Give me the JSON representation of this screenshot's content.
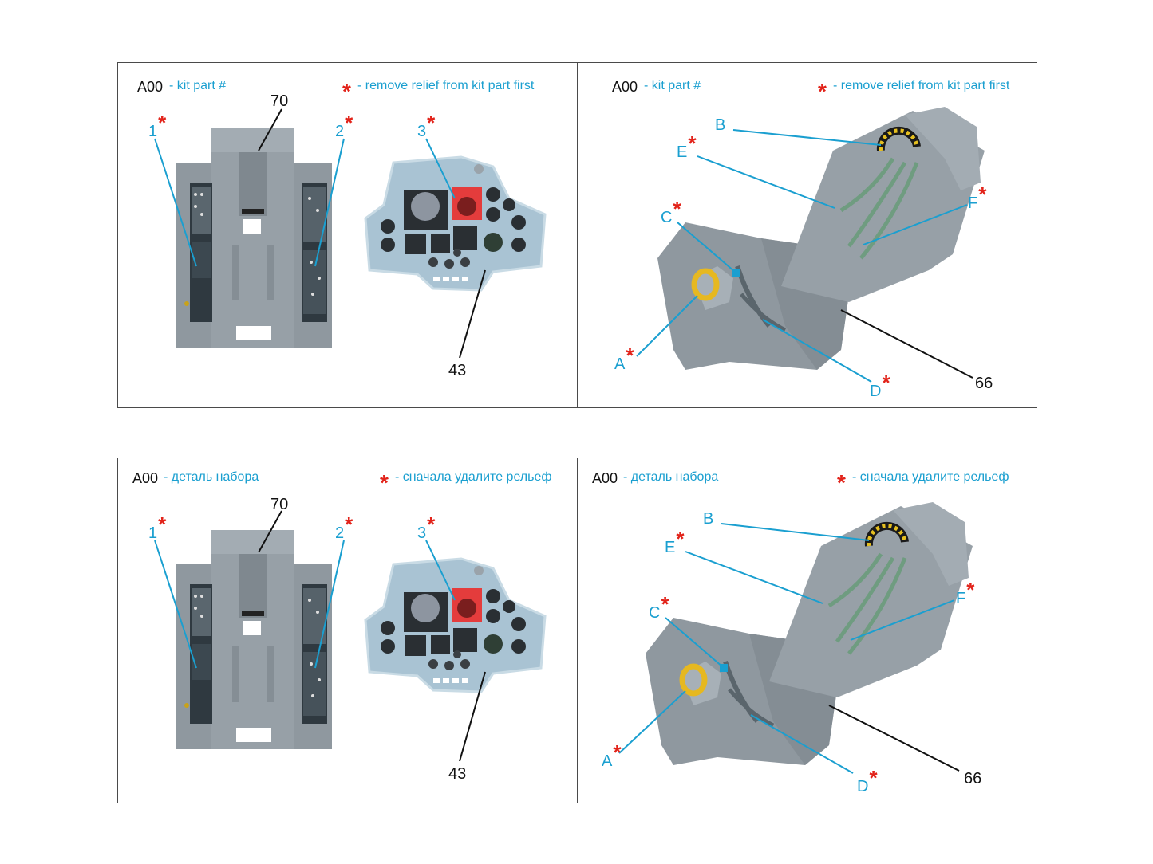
{
  "colors": {
    "leader_blue": "#1a9fd0",
    "leader_black": "#111111",
    "star_red": "#e2231a",
    "resin_grey": "#8c959c",
    "panel_blue": "#a9c3d3"
  },
  "star_symbol": "*",
  "panels": [
    {
      "kit_code": "A00",
      "kit_desc": "- kit part #",
      "note": "- remove relief from kit part first",
      "labels": {
        "p70": "70",
        "p1": "1",
        "p2": "2",
        "p3": "3",
        "p43": "43"
      }
    },
    {
      "kit_code": "A00",
      "kit_desc": "- kit part #",
      "note": "- remove relief from kit part first",
      "labels": {
        "B": "B",
        "E": "E",
        "C": "C",
        "F": "F",
        "A": "A",
        "D": "D",
        "p66": "66"
      }
    },
    {
      "kit_code": "A00",
      "kit_desc": "- деталь набора",
      "note": "- сначала удалите рельеф",
      "labels": {
        "p70": "70",
        "p1": "1",
        "p2": "2",
        "p3": "3",
        "p43": "43"
      }
    },
    {
      "kit_code": "A00",
      "kit_desc": "- деталь набора",
      "note": "- сначала удалите рельеф",
      "labels": {
        "B": "B",
        "E": "E",
        "C": "C",
        "F": "F",
        "A": "A",
        "D": "D",
        "p66": "66"
      }
    }
  ]
}
